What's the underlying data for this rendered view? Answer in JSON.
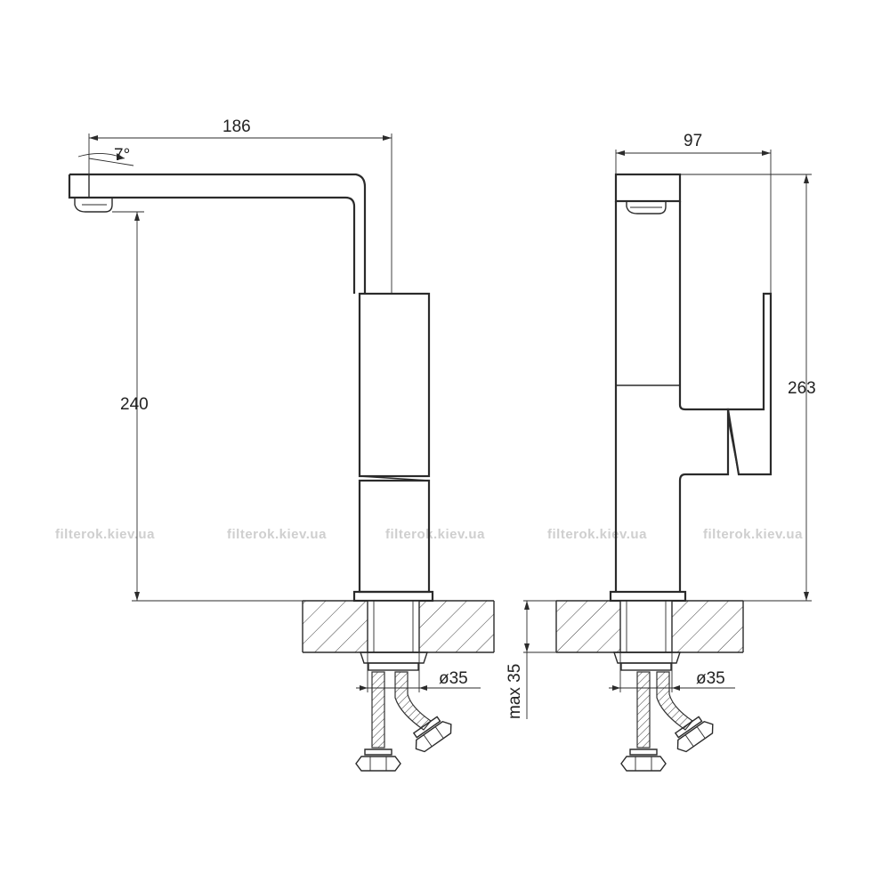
{
  "side_view": {
    "spout_reach": "186",
    "spout_angle": "7°",
    "outlet_height": "240",
    "hole_diameter": "ø35"
  },
  "front_view": {
    "body_width": "97",
    "total_height": "263",
    "max_counter_thickness": "max 35",
    "hole_diameter": "ø35"
  },
  "watermarks": [
    "filterok.kiev.ua",
    "filterok.kiev.ua",
    "filterok.kiev.ua",
    "filterok.kiev.ua",
    "filterok.kiev.ua"
  ],
  "colors": {
    "line": "#2b2b2b",
    "watermark": "#cfcfcf",
    "background": "#ffffff"
  }
}
